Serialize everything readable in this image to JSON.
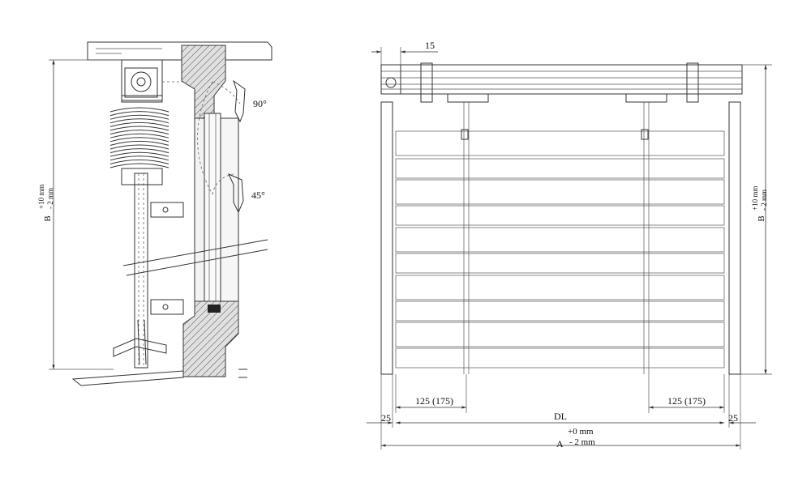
{
  "side_view": {
    "angle_top": "90°",
    "angle_mid": "45°",
    "height_label": "B",
    "tol_plus": "+10 mm",
    "tol_minus": "- 2 mm"
  },
  "front_view": {
    "top_offset": "15",
    "height_label": "B",
    "tol_plus": "+10 mm",
    "tol_minus": "- 2 mm",
    "left_spacing": "125 (175)",
    "right_spacing": "125 (175)",
    "left_margin": "25",
    "right_margin": "25",
    "slat_width": "DL",
    "width_tol_plus": "+0 mm",
    "width_label": "A",
    "width_tol_minus": "- 2 mm"
  }
}
